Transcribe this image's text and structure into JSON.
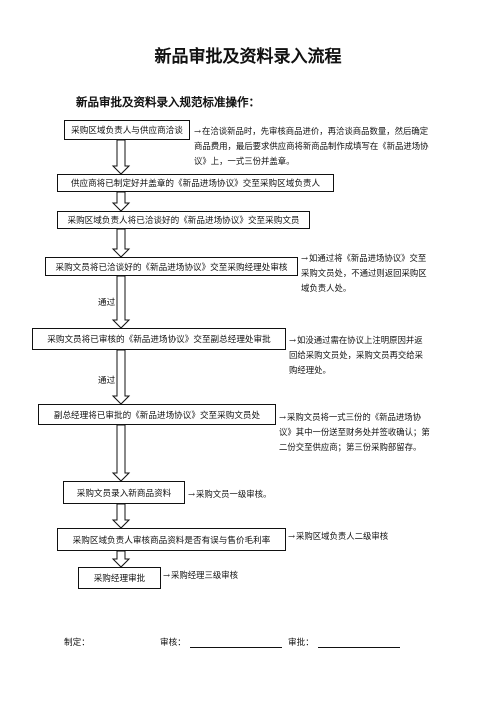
{
  "title": "新品审批及资料录入流程",
  "subtitle": "新品审批及资料录入规范标准操作：",
  "steps": [
    {
      "label": "采购区域负责人与供应商洽谈",
      "note": "在洽谈新品时，先审核商品进价，再洽谈商品数量，然后确定商品费用，最后要求供应商将新商品制作成填写在《新品进场协议》上，一式三份并盖章。"
    },
    {
      "label": "供应商将已制定好并盖章的《新品进场协议》交至采购区域负责人",
      "note": ""
    },
    {
      "label": "采购区域负责人将已洽谈好的《新品进场协议》交至采购文员",
      "note": ""
    },
    {
      "label": "采购文员将已洽谈好的《新品进场协议》交至采购经理处审核",
      "note": "如通过将《新品进场协议》交至采购文员处，不通过则返回采购区域负责人处。"
    },
    {
      "label": "采购文员将已审核的《新品进场协议》交至副总经理处审批",
      "note": "如没通过需在协议上注明原因并返回给采购文员处，采购文员再交给采购经理处。"
    },
    {
      "label": "副总经理将已审批的《新品进场协议》交至采购文员处",
      "note": "采购文员将一式三份的《新品进场协议》其中一份送至财务处并签收确认；第二份交至供应商；第三份采购部留存。"
    },
    {
      "label": "采购文员录入新商品资料",
      "note": "采购文员一级审核。"
    },
    {
      "label": "采购区域负责人审核商品资料是否有误与售价毛利率",
      "note": "采购区域负责人二级审核"
    },
    {
      "label": "采购经理审批",
      "note": "采购经理三级审核"
    }
  ],
  "pass_label": "通过",
  "arrow_glyph": "→",
  "footer": {
    "made_by": "制定：",
    "reviewed_by": "审核：",
    "approved_by": "审批："
  }
}
